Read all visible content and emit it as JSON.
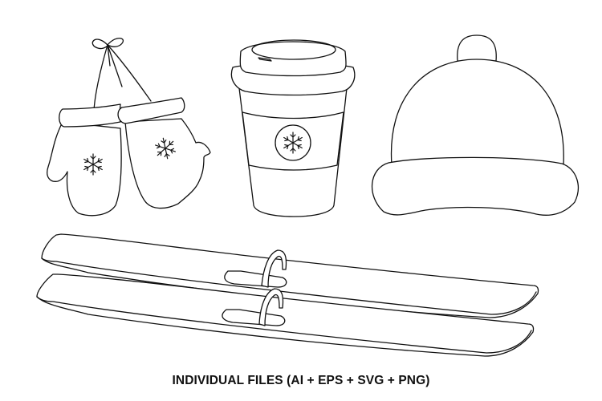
{
  "caption": "INDIVIDUAL FILES (AI + EPS + SVG + PNG)",
  "colors": {
    "background": "#ffffff",
    "line": "#111111",
    "text": "#111111"
  },
  "illustrations": [
    {
      "name": "mittens",
      "label": "Pair of mittens with snowflakes, hanging on a bowed string"
    },
    {
      "name": "coffee-cup",
      "label": "Takeaway coffee cup with lid and snowflake sleeve"
    },
    {
      "name": "winter-hat",
      "label": "Beanie hat with pom-pom and cuff"
    },
    {
      "name": "skis",
      "label": "Pair of skis with bindings"
    }
  ]
}
